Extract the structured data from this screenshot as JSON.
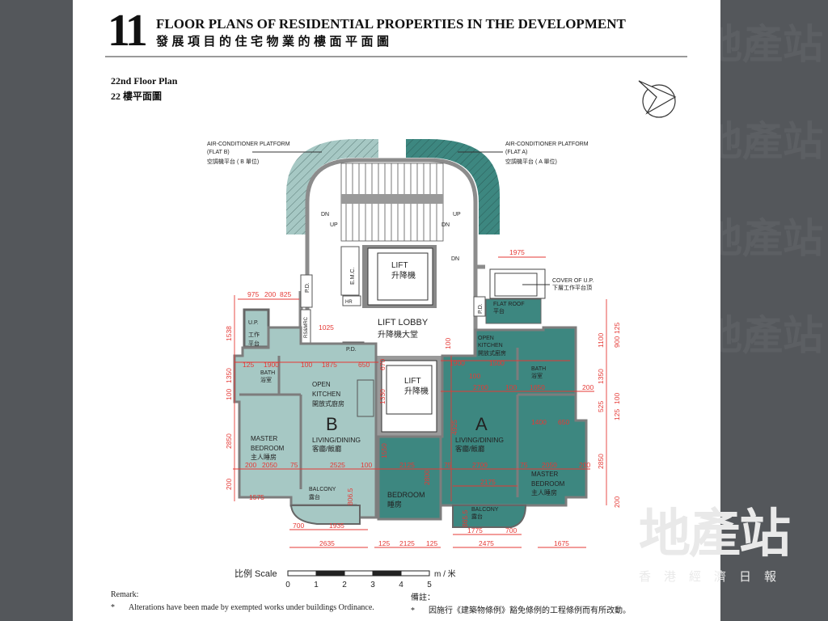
{
  "header": {
    "chapter_number": "11",
    "title_en": "FLOOR PLANS OF RESIDENTIAL PROPERTIES IN THE DEVELOPMENT",
    "title_zh": "發展項目的住宅物業的樓面平面圖"
  },
  "plan": {
    "title_en": "22nd Floor Plan",
    "title_zh": "22 樓平面圖",
    "labels": {
      "ac_b_en1": "AIR-CONDITIONER PLATFORM",
      "ac_b_en2": "(FLAT B)",
      "ac_b_zh": "空調機平台 ( B 單位)",
      "ac_a_en1": "AIR-CONDITIONER PLATFORM",
      "ac_a_en2": "(FLAT A)",
      "ac_a_zh": "空調機平台 ( A 單位)",
      "dn": "DN",
      "up": "UP",
      "lift_en": "LIFT",
      "lift_zh": "升降機",
      "emc": "E.M.C.",
      "pd": "P.D.",
      "hr": "HR",
      "rsmrc": "RS&MRC",
      "lobby_en": "LIFT LOBBY",
      "lobby_zh": "升降機大堂",
      "cover_en": "COVER OF U.P.",
      "cover_zh": "下層工作平台頂",
      "flat_roof_en": "FLAT ROOF",
      "flat_roof_zh": "平台",
      "up_box_en": "U.P.",
      "up_box_zh1": "工作",
      "up_box_zh2": "平台",
      "bath_en": "BATH",
      "bath_zh": "浴室",
      "open_en": "OPEN",
      "kitchen_en": "KITCHEN",
      "kitchen_zh": "開放式廚房",
      "flat_b": "B",
      "flat_a": "A",
      "living_en": "LIVING/DINING",
      "living_zh": "客廳/飯廳",
      "master_en": "MASTER",
      "bedroom_en": "BEDROOM",
      "master_zh": "主人睡房",
      "bedroom_zh": "睡房",
      "balcony_en": "BALCONY",
      "balcony_zh": "露台"
    },
    "dims": [
      "975",
      "200",
      "825",
      "1975",
      "1538",
      "1350",
      "100",
      "2850",
      "200",
      "125",
      "1900",
      "1875",
      "650",
      "1025",
      "1500",
      "2700",
      "1650",
      "1400",
      "2050",
      "75",
      "2525",
      "2125",
      "2175",
      "1550",
      "2800",
      "4925",
      "1575",
      "806.5",
      "865.5",
      "700",
      "1935",
      "2635",
      "1775",
      "2475",
      "1675",
      "1100",
      "900",
      "525",
      "670",
      "1330"
    ],
    "colors": {
      "flat_a": "#3d8780",
      "flat_b": "#a6c8c4",
      "dimension": "#e53935",
      "wall": "#9b9b9b"
    }
  },
  "scale": {
    "label": "比例 Scale",
    "unit": "m / 米",
    "ticks": [
      "0",
      "1",
      "2",
      "3",
      "4",
      "5"
    ]
  },
  "remarks": {
    "heading_en": "Remark:",
    "item_en": "Alterations have been made by exempted works under buildings Ordinance.",
    "heading_zh": "備註：",
    "item_zh": "因施行《建築物條例》豁免條例的工程條例而有所改動。",
    "bullet": "*"
  },
  "watermark": {
    "logo_main": "地產站",
    "logo_sub": "香港經濟日報"
  }
}
